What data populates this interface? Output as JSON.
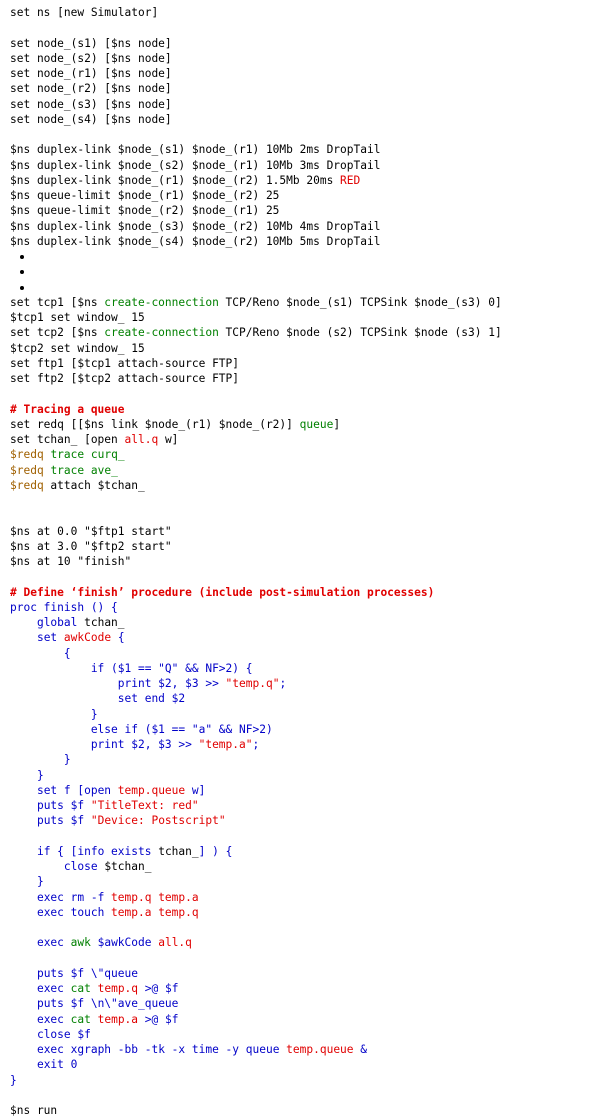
{
  "colors": {
    "k": "#000000",
    "g": "#008000",
    "b": "#0000c8",
    "r": "#e00000",
    "o": "#a06000",
    "C": "#e00000"
  },
  "lines": [
    [
      [
        "k",
        "set ns [new Simulator]"
      ]
    ],
    [],
    [
      [
        "k",
        "set node_(s1) [$ns node]"
      ]
    ],
    [
      [
        "k",
        "set node_(s2) [$ns node]"
      ]
    ],
    [
      [
        "k",
        "set node_(r1) [$ns node]"
      ]
    ],
    [
      [
        "k",
        "set node_(r2) [$ns node]"
      ]
    ],
    [
      [
        "k",
        "set node_(s3) [$ns node]"
      ]
    ],
    [
      [
        "k",
        "set node_(s4) [$ns node]"
      ]
    ],
    [],
    [
      [
        "k",
        "$ns duplex-link $node_(s1) $node_(r1) 10Mb 2ms DropTail"
      ]
    ],
    [
      [
        "k",
        "$ns duplex-link $node_(s2) $node_(r1) 10Mb 3ms DropTail"
      ]
    ],
    [
      [
        "k",
        "$ns duplex-link $node_(r1) $node_(r2) 1.5Mb 20ms "
      ],
      [
        "r",
        "RED"
      ]
    ],
    [
      [
        "k",
        "$ns queue-limit $node_(r1) $node_(r2) 25"
      ]
    ],
    [
      [
        "k",
        "$ns queue-limit $node_(r2) $node_(r1) 25"
      ]
    ],
    [
      [
        "k",
        "$ns duplex-link $node_(s3) $node_(r2) 10Mb 4ms DropTail"
      ]
    ],
    [
      [
        "k",
        "$ns duplex-link $node_(s4) $node_(r2) 10Mb 5ms DropTail"
      ]
    ],
    [
      [
        "dot",
        ""
      ]
    ],
    [
      [
        "dot",
        ""
      ]
    ],
    [
      [
        "dot",
        ""
      ]
    ],
    [
      [
        "k",
        "set tcp1 [$ns "
      ],
      [
        "g",
        "create-connection"
      ],
      [
        "k",
        " TCP/Reno $node_(s1) TCPSink $node_(s3) 0]"
      ]
    ],
    [
      [
        "k",
        "$tcp1 set window_ 15"
      ]
    ],
    [
      [
        "k",
        "set tcp2 [$ns "
      ],
      [
        "g",
        "create-connection"
      ],
      [
        "k",
        " TCP/Reno $node (s2) TCPSink $node (s3) 1]"
      ]
    ],
    [
      [
        "k",
        "$tcp2 set window_ 15"
      ]
    ],
    [
      [
        "k",
        "set ftp1 [$tcp1 attach-source FTP]"
      ]
    ],
    [
      [
        "k",
        "set ftp2 [$tcp2 attach-source FTP]"
      ]
    ],
    [],
    [
      [
        "C",
        "# Tracing a queue"
      ]
    ],
    [
      [
        "k",
        "set redq [[$ns link $node_(r1) $node_(r2)] "
      ],
      [
        "g",
        "queue"
      ],
      [
        "k",
        "]"
      ]
    ],
    [
      [
        "k",
        "set tchan_ [open "
      ],
      [
        "r",
        "all.q"
      ],
      [
        "k",
        " w]"
      ]
    ],
    [
      [
        "o",
        "$redq"
      ],
      [
        "k",
        " "
      ],
      [
        "g",
        "trace"
      ],
      [
        "k",
        " "
      ],
      [
        "g",
        "curq_"
      ]
    ],
    [
      [
        "o",
        "$redq"
      ],
      [
        "k",
        " "
      ],
      [
        "g",
        "trace"
      ],
      [
        "k",
        " "
      ],
      [
        "g",
        "ave_"
      ]
    ],
    [
      [
        "o",
        "$redq"
      ],
      [
        "k",
        " attach $tchan_"
      ]
    ],
    [],
    [],
    [
      [
        "k",
        "$ns at 0.0 \"$ftp1 start\""
      ]
    ],
    [
      [
        "k",
        "$ns at 3.0 \"$ftp2 start\""
      ]
    ],
    [
      [
        "k",
        "$ns at 10 \"finish\""
      ]
    ],
    [],
    [
      [
        "C",
        "# Define ‘finish’ procedure (include post-simulation processes)"
      ]
    ],
    [
      [
        "b",
        "proc finish () {"
      ]
    ],
    [
      [
        "k",
        "    "
      ],
      [
        "b",
        "global"
      ],
      [
        "k",
        " tchan_"
      ]
    ],
    [
      [
        "k",
        "    "
      ],
      [
        "b",
        "set"
      ],
      [
        "k",
        " "
      ],
      [
        "r",
        "awkCode"
      ],
      [
        "b",
        " {"
      ]
    ],
    [
      [
        "b",
        "        {"
      ]
    ],
    [
      [
        "b",
        "            if ($1 == \"Q\" && NF>2) {"
      ]
    ],
    [
      [
        "b",
        "                print $2, $3 >> "
      ],
      [
        "r",
        "\"temp.q\""
      ],
      [
        "b",
        ";"
      ]
    ],
    [
      [
        "b",
        "                set end $2"
      ]
    ],
    [
      [
        "b",
        "            }"
      ]
    ],
    [
      [
        "b",
        "            else if ($1 == \"a\" && NF>2)"
      ]
    ],
    [
      [
        "b",
        "            print $2, $3 >> "
      ],
      [
        "r",
        "\"temp.a\""
      ],
      [
        "b",
        ";"
      ]
    ],
    [
      [
        "b",
        "        }"
      ]
    ],
    [
      [
        "b",
        "    }"
      ]
    ],
    [
      [
        "k",
        "    "
      ],
      [
        "b",
        "set f [open "
      ],
      [
        "r",
        "temp.queue"
      ],
      [
        "b",
        " w]"
      ]
    ],
    [
      [
        "k",
        "    "
      ],
      [
        "b",
        "puts $f "
      ],
      [
        "r",
        "\"TitleText: red\""
      ]
    ],
    [
      [
        "k",
        "    "
      ],
      [
        "b",
        "puts $f "
      ],
      [
        "r",
        "\"Device: Postscript\""
      ]
    ],
    [],
    [
      [
        "k",
        "    "
      ],
      [
        "b",
        "if { [info exists"
      ],
      [
        "k",
        " tchan_"
      ],
      [
        "b",
        "] ) {"
      ]
    ],
    [
      [
        "k",
        "        "
      ],
      [
        "b",
        "close"
      ],
      [
        "k",
        " $tchan_"
      ]
    ],
    [
      [
        "b",
        "    }"
      ]
    ],
    [
      [
        "k",
        "    "
      ],
      [
        "b",
        "exec rm -f "
      ],
      [
        "r",
        "temp.q temp.a"
      ]
    ],
    [
      [
        "k",
        "    "
      ],
      [
        "b",
        "exec touch "
      ],
      [
        "r",
        "temp.a temp.q"
      ]
    ],
    [],
    [
      [
        "k",
        "    "
      ],
      [
        "b",
        "exec "
      ],
      [
        "g",
        "awk"
      ],
      [
        "b",
        " $awkCode "
      ],
      [
        "r",
        "all.q"
      ]
    ],
    [],
    [
      [
        "k",
        "    "
      ],
      [
        "b",
        "puts $f \\\"queue"
      ]
    ],
    [
      [
        "k",
        "    "
      ],
      [
        "b",
        "exec "
      ],
      [
        "g",
        "cat"
      ],
      [
        "b",
        " "
      ],
      [
        "r",
        "temp.q"
      ],
      [
        "b",
        " >@ $f"
      ]
    ],
    [
      [
        "k",
        "    "
      ],
      [
        "b",
        "puts $f \\n\\\"ave_queue"
      ]
    ],
    [
      [
        "k",
        "    "
      ],
      [
        "b",
        "exec "
      ],
      [
        "g",
        "cat"
      ],
      [
        "b",
        " "
      ],
      [
        "r",
        "temp.a"
      ],
      [
        "b",
        " >@ $f"
      ]
    ],
    [
      [
        "k",
        "    "
      ],
      [
        "b",
        "close $f"
      ]
    ],
    [
      [
        "k",
        "    "
      ],
      [
        "b",
        "exec xgraph -bb -tk -x time -y queue "
      ],
      [
        "r",
        "temp.queue"
      ],
      [
        "b",
        " &"
      ]
    ],
    [
      [
        "k",
        "    "
      ],
      [
        "b",
        "exit 0"
      ]
    ],
    [
      [
        "b",
        "}"
      ]
    ],
    [],
    [
      [
        "k",
        "$ns run"
      ]
    ]
  ]
}
